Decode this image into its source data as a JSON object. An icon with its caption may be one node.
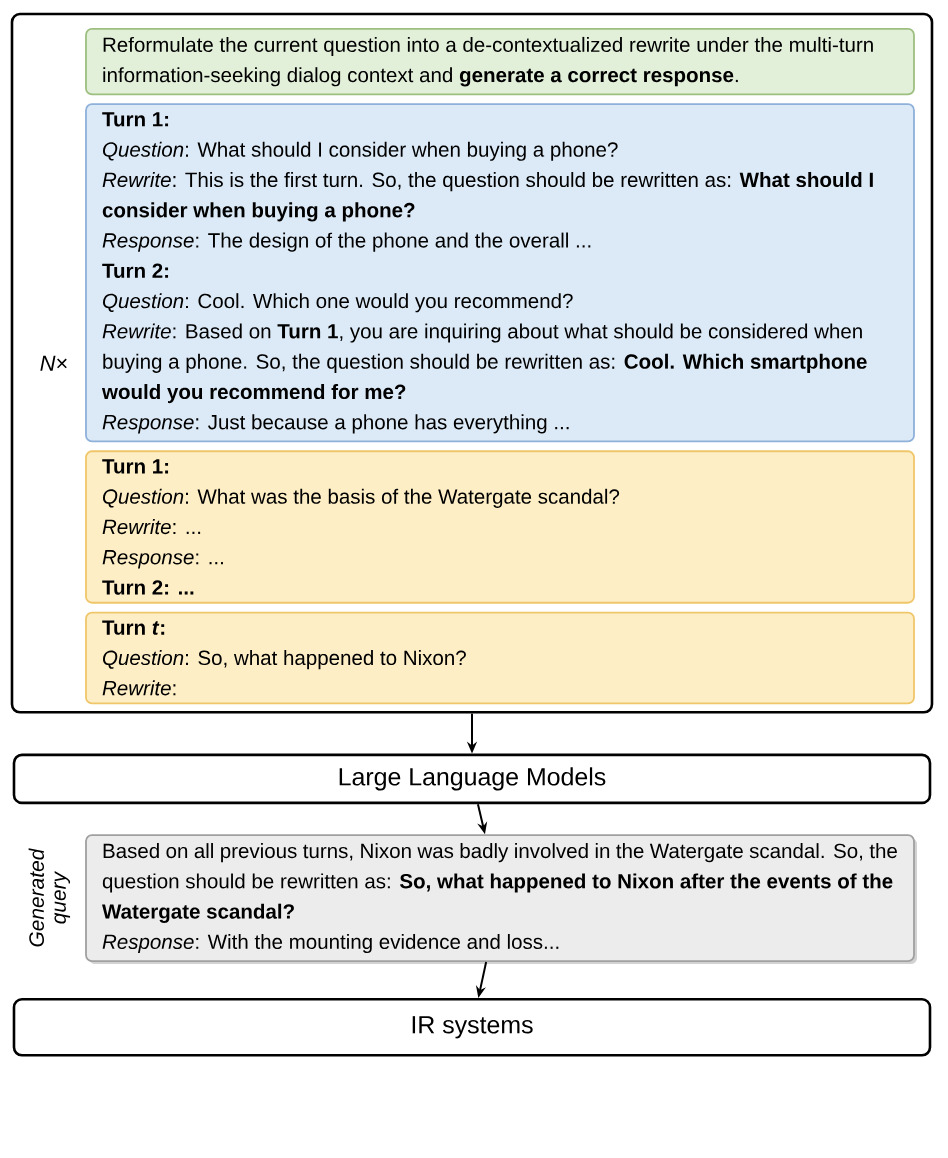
{
  "diagram": {
    "nodes": [
      {
        "text": [
          "*N*×"
        ]
      },
      {
        "text": [
          "Reformulate the current question into a de-contextualized rewrite under the multi-turn information-seeking dialog context and **generate a correct response**."
        ],
        "in": 0
      },
      {
        "text": [
          "Turn 1:",
          "*Question*: What should I consider when buying a phone?",
          "*Rewrite*: This is the first turn. So, the question should be rewritten as: **What should I consider when buying a phone?**",
          "*Response*: The design of the phone and the overall ...",
          "Turn 2:",
          "*Question*: Cool. Which one would you recommend?",
          "*Rewrite*: Based on **Turn 1**, you are inquiring about what should be considered when buying a phone. So, the question should be rewritten as: **Cool. Which smartphone would you recommend for me?**",
          "*Response*: Just because a phone has everything ..."
        ],
        "in": 0
      },
      {
        "text": [
          "Turn 1:",
          "*Question*: What was the basis of the Watergate scandal?",
          "*Rewrite*: ...",
          "*Response*: ...",
          "Turn 2: ..."
        ],
        "in": 0
      },
      {
        "text": [
          "Turn *t*:",
          "*Question*: So, what happened to Nixon?",
          "*Rewrite*:"
        ],
        "in": 0
      },
      {
        "text": [
          "Large Language Models"
        ]
      },
      {
        "text": [
          "Based on all previous turns, Nixon was badly involved in the Watergate scandal. So, the question should be rewritten as: **So, what happened to Nixon after the events of the Watergate scandal?**",
          "*Response*: With the mounting evidence and loss..."
        ],
        "beside": [
          "Generated query"
        ]
      },
      {
        "text": [
          "IR systems"
        ]
      }
    ],
    "edges": [
      {
        "from": 0,
        "to": 5,
        "arrow": "to"
      },
      {
        "from": 5,
        "to": 6,
        "arrow": "to"
      },
      {
        "from": 6,
        "to": 7,
        "arrow": "to"
      }
    ]
  }
}
